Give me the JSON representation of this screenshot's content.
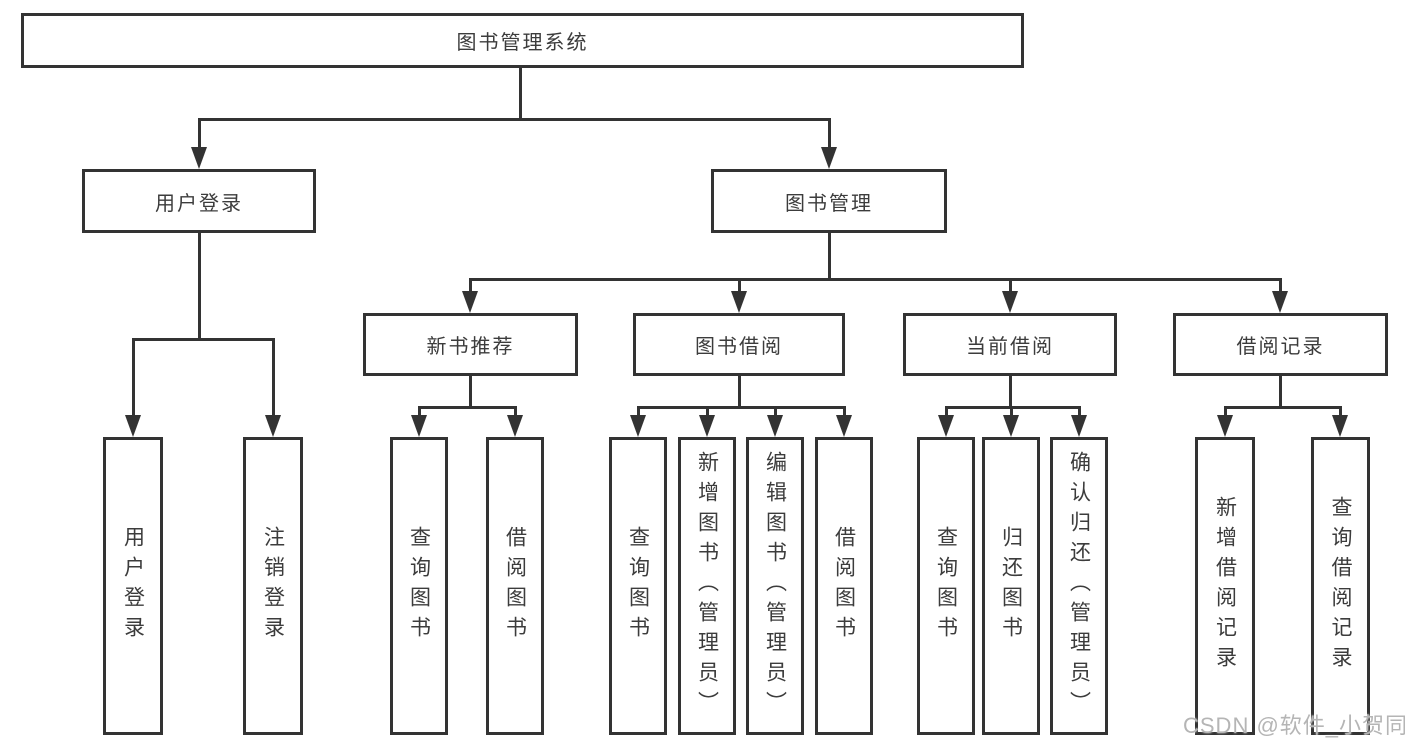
{
  "diagram": {
    "root": {
      "label": "图书管理系统"
    },
    "login": {
      "label": "用户登录",
      "children": [
        {
          "label": "用户登录"
        },
        {
          "label": "注销登录"
        }
      ]
    },
    "mgmt": {
      "label": "图书管理",
      "children": [
        {
          "label": "新书推荐",
          "children": [
            {
              "label": "查询图书"
            },
            {
              "label": "借阅图书"
            }
          ]
        },
        {
          "label": "图书借阅",
          "children": [
            {
              "label": "查询图书"
            },
            {
              "label": "新增图书（管理员）"
            },
            {
              "label": "编辑图书（管理员）"
            },
            {
              "label": "借阅图书"
            }
          ]
        },
        {
          "label": "当前借阅",
          "children": [
            {
              "label": "查询图书"
            },
            {
              "label": "归还图书"
            },
            {
              "label": "确认归还（管理员）"
            }
          ]
        },
        {
          "label": "借阅记录",
          "children": [
            {
              "label": "新增借阅记录"
            },
            {
              "label": "查询借阅记录"
            }
          ]
        }
      ]
    }
  },
  "watermark": {
    "text": "CSDN @软件_小贺同学"
  },
  "colors": {
    "stroke": "#333333",
    "text": "#3c3c3c",
    "watermark": "#b5b5b5",
    "background": "#ffffff"
  }
}
